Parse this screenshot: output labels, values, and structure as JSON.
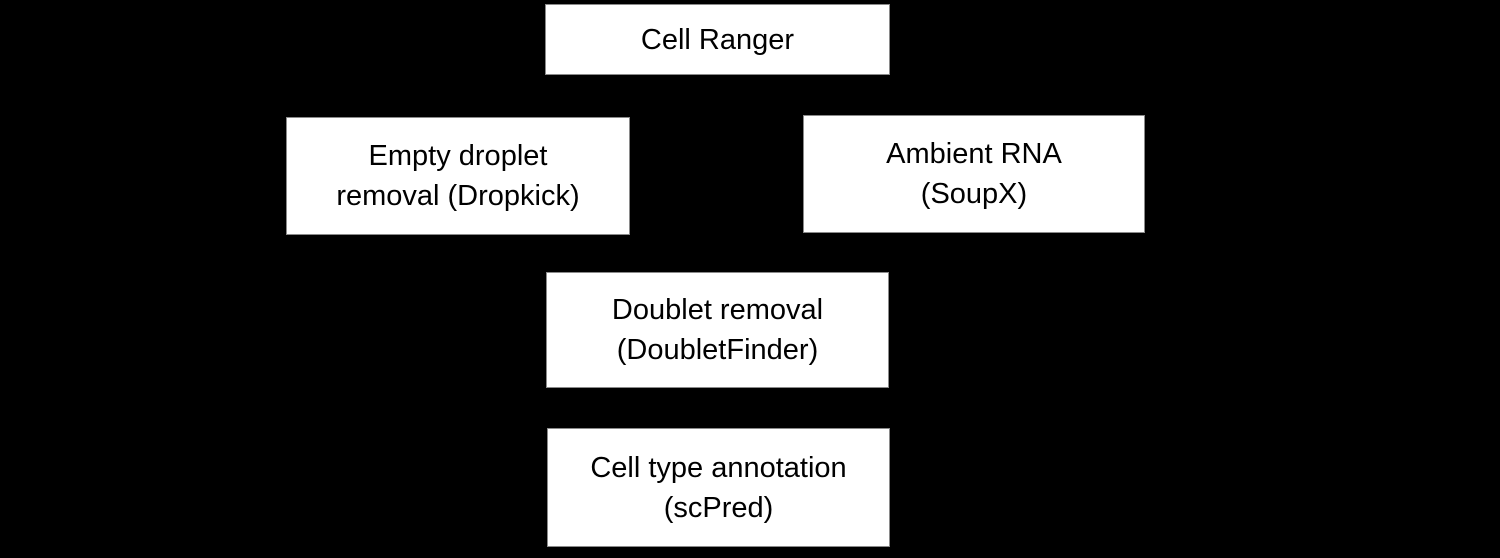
{
  "diagram": {
    "background_color": "#000000",
    "node_fill_color": "#ffffff",
    "node_text_color": "#000000",
    "nodes": [
      {
        "id": "cell-ranger",
        "lines": [
          "Cell Ranger"
        ]
      },
      {
        "id": "empty-droplet-removal",
        "lines": [
          "Empty droplet",
          "removal (Dropkick)"
        ]
      },
      {
        "id": "ambient-rna",
        "lines": [
          "Ambient RNA",
          "(SoupX)"
        ]
      },
      {
        "id": "doublet-removal",
        "lines": [
          "Doublet removal",
          "(DoubletFinder)"
        ]
      },
      {
        "id": "cell-type-annotation",
        "lines": [
          "Cell type annotation",
          "(scPred)"
        ]
      }
    ]
  }
}
